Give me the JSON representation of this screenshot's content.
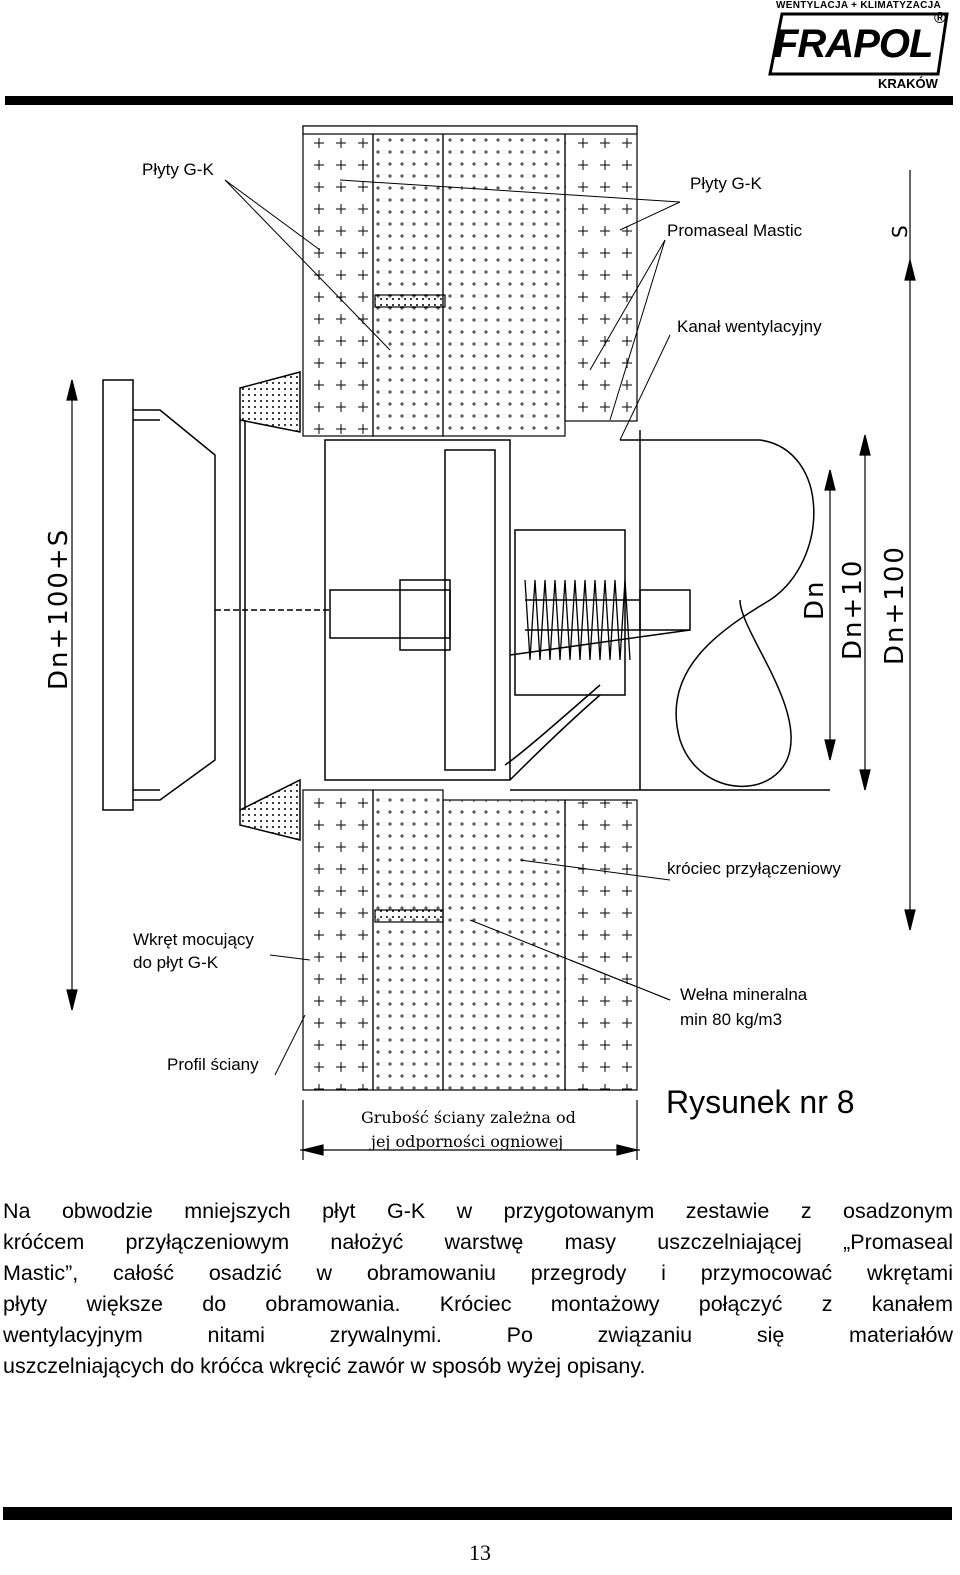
{
  "logo": {
    "tagline": "WENTYLACJA + KLIMATYZACJA",
    "wordmark": "FRAPOL",
    "registered": "®",
    "city": "KRAKÓW"
  },
  "labels": {
    "plyty_gk_left": "Płyty G-K",
    "plyty_gk_right": "Płyty G-K",
    "promaseal": "Promaseal Mastic",
    "kanal": "Kanał wentylacyjny",
    "krociec": "króciec przyłączeniowy",
    "wkret_1": "Wkręt mocujący",
    "wkret_2": "do płyt G-K",
    "welna_1": "Wełna mineralna",
    "welna_2": "min 80 kg/m3",
    "profil": "Profil ściany",
    "grubosc_1": "Grubość ściany zależna od",
    "grubosc_2": "jej odporności ogniowej"
  },
  "dimensions": {
    "s": "S",
    "dn": "Dn",
    "dn10": "Dn+10",
    "dn100": "Dn+100",
    "dn100s": "Dn+100+S"
  },
  "figure_title": "Rysunek nr 8",
  "paragraph_lines": [
    "Na obwodzie mniejszych płyt G-K w przygotowanym zestawie z osadzonym",
    "króćcem przyłączeniowym nałożyć warstwę masy uszczelniającej „Promaseal",
    "Mastic”, całość osadzić w obramowaniu przegrody i przymocować wkrętami",
    "płyty większe do obramowania. Króciec montażowy połączyć z kanałem",
    "wentylacyjnym nitami zrywalnymi. Po związaniu się materiałów",
    "uszczelniających do króćca wkręcić zawór w sposób wyżej opisany."
  ],
  "page_number": "13"
}
